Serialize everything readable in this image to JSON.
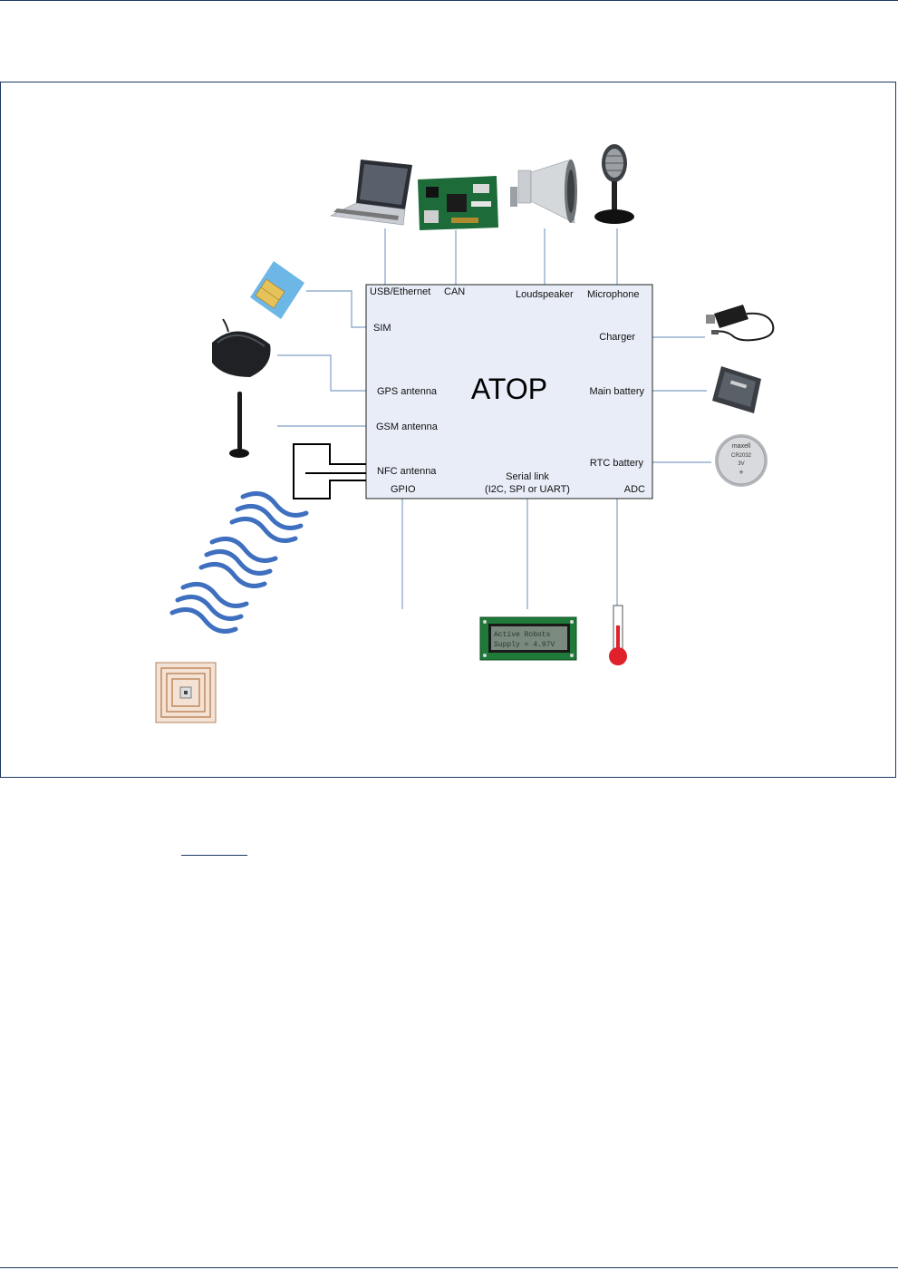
{
  "diagram": {
    "center_title": "ATOP",
    "ports": {
      "usb_ethernet": "USB/Ethernet",
      "can": "CAN",
      "loudspeaker": "Loudspeaker",
      "microphone": "Microphone",
      "sim": "SIM",
      "charger": "Charger",
      "gps_antenna": "GPS antenna",
      "main_battery": "Main battery",
      "gsm_antenna": "GSM antenna",
      "rtc_battery": "RTC battery",
      "nfc_antenna": "NFC antenna",
      "gpio": "GPIO",
      "serial_link_line1": "Serial link",
      "serial_link_line2": "(I2C, SPI or UART)",
      "adc": "ADC"
    },
    "lcd_text": {
      "line1": "Active Robots",
      "line2": "Supply = 4.97V"
    },
    "coin_cell_text": {
      "brand": "maxell",
      "model": "CR2032",
      "voltage": "3V"
    }
  },
  "colors": {
    "frame": "#1f3864",
    "atop_box_fill": "#e8edf7",
    "connector_line": "#7f9fc4",
    "waves": "#3f6fbf",
    "thermometer": "#e0202a"
  }
}
